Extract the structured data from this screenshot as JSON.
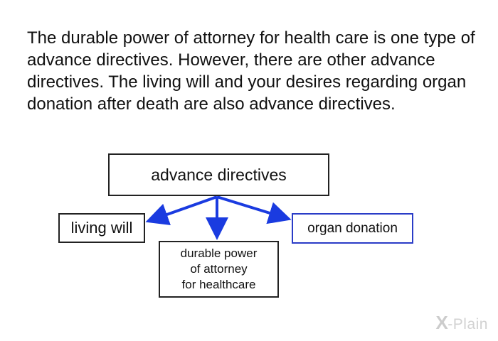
{
  "intro_text": "The durable power of attorney for health care is one type of advance directives. However, there are other advance directives. The living will and your desires regarding organ donation after death are also advance directives.",
  "diagram": {
    "root": "advance directives",
    "children": {
      "living_will": "living will",
      "durable_power": {
        "line1": "durable power",
        "line2": "of attorney",
        "line3": "for healthcare"
      },
      "organ_donation": "organ donation"
    },
    "arrow_color": "#1a3be0",
    "organ_border_color": "#2a3cc7"
  },
  "watermark": {
    "mark": "X",
    "text": "-Plain"
  }
}
